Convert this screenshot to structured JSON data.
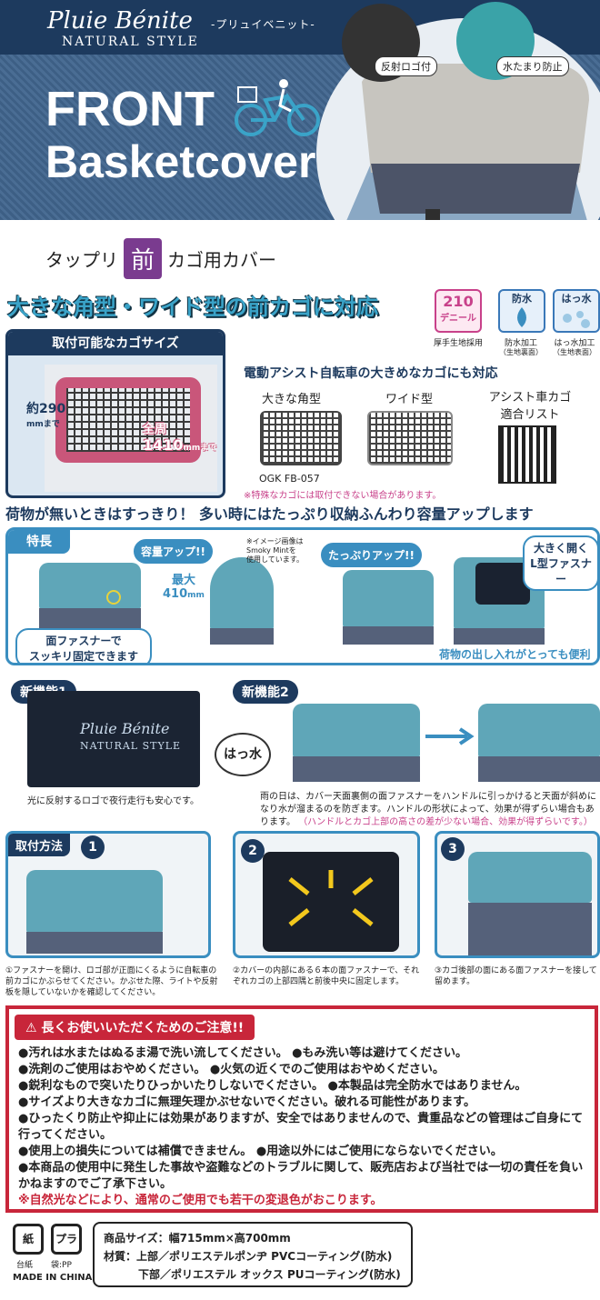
{
  "header": {
    "brand": "Pluie Bénite",
    "brand_kana": "-プリュイベニット-",
    "brand_sub": "NATURAL STYLE",
    "title_line1": "FRONT",
    "title_line2": "Basketcover",
    "badge_reflect": "反射ロゴ付",
    "badge_puddle": "水たまり防止",
    "tagline_pre": "タップリ",
    "tagline_mark": "前",
    "tagline_post": "カゴ用カバー"
  },
  "basket_section": {
    "heading": "大きな角型・ワイド型の前カゴに対応",
    "specs": {
      "denier_value": "210",
      "denier_unit": "デニール",
      "denier_caption": "厚手生地採用",
      "water_label": "防水",
      "water_caption": "防水加工",
      "water_sub": "（生地裏面）",
      "repel_label": "はっ水",
      "repel_caption": "はっ水加工",
      "repel_sub": "（生地表面）"
    },
    "size_box_title": "取付可能なカゴサイズ",
    "height_value": "約290",
    "height_unit": "mmまで",
    "around_prefix": "全周",
    "around_value": "1410",
    "around_unit": "mmまで",
    "assist_heading": "電動アシスト自転車の大きめなカゴにも対応",
    "type_square": "大きな角型",
    "type_wide": "ワイド型",
    "assist_list_line1": "アシスト車カゴ",
    "assist_list_line2": "適合リスト",
    "model": "OGK FB-057",
    "note": "※特殊なカゴには取付できない場合があります。"
  },
  "feature_section": {
    "heading": "荷物が無いときはすっきり！ 多い時にはたっぷり収納ふんわり容量アップします",
    "tab": "特長",
    "capacity_up": "容量アップ!!",
    "max_label": "最大",
    "max_value": "410",
    "max_unit": "mm",
    "image_note_line1": "※イメージ画像は",
    "image_note_line2": "Smoky Mintを",
    "image_note_line3": "使用しています。",
    "plenty_up": "たっぷりアップ!!",
    "open_line1": "大きく開く",
    "open_line2": "L型ファスナー",
    "fastener_line1": "面ファスナーで",
    "fastener_line2": "スッキリ固定できます",
    "easy_access": "荷物の出し入れがとっても便利"
  },
  "new_features": {
    "nf1_label": "新機能1",
    "nf1_photo_brand": "Pluie Bénite",
    "nf1_photo_sub": "NATURAL STYLE",
    "nf1_caption": "光に反射するロゴで夜行走行も安心です。",
    "nf2_label": "新機能2",
    "nf2_bubble": "はっ水",
    "nf2_caption": "雨の日は、カバー天面裏側の面ファスナーをハンドルに引っかけると天面が斜めになり水が溜まるのを防ぎます。ハンドルの形状によって、効果が得ずらい場合もあります。",
    "nf2_caption_red": "（ハンドルとカゴ上部の高さの差が少ない場合、効果が得ずらいです。）"
  },
  "install": {
    "label": "取付方法",
    "steps": [
      {
        "num": "1",
        "caption": "①ファスナーを開け、ロゴ部が正面にくるように自転車の前カゴにかぶらせてください。かぶせた際、ライトや反射板を隠していないかを確認してください。"
      },
      {
        "num": "2",
        "caption": "②カバーの内部にある６本の面ファスナーで、それぞれカゴの上部四隅と前後中央に固定します。"
      },
      {
        "num": "3",
        "caption": "③カゴ後部の面にある面ファスナーを接して留めます。"
      }
    ]
  },
  "caution": {
    "heading": "⚠ 長くお使いいただくためのご注意!!",
    "lines": [
      "●汚れは水またはぬるま湯で洗い流してください。 ●もみ洗い等は避けてください。",
      "●洗剤のご使用はおやめください。 ●火気の近くでのご使用はおやめください。",
      "●鋭利なもので突いたりひっかいたりしないでください。 ●本製品は完全防水ではありません。",
      "●サイズより大きなカゴに無理矢理かぶせないでください。破れる可能性があります。",
      "●ひったくり防止や抑止には効果がありますが、安全ではありませんので、貴重品などの管理はご自身にて行ってください。",
      "●使用上の損失については補償できません。 ●用途以外にはご使用にならないでください。",
      "●本商品の使用中に発生した事故や盗難などのトラブルに関して、販売店および当社では一切の責任を負いかねますのでご了承下さい。"
    ],
    "last_line": "※自然光などにより、通常のご使用でも若干の変退色がおこります。"
  },
  "footer": {
    "recycle_paper": "紙",
    "recycle_plastic": "プラ",
    "recycle_paper_label": "台紙",
    "recycle_plastic_label": "袋:PP",
    "made_in": "MADE IN CHINA",
    "size": "商品サイズ：幅715mm×高700mm",
    "material_upper": "材質：上部／ポリエステルポンヂ PVCコーティング(防水)",
    "material_lower": "下部／ポリエステル オックス PUコーティング(防水)"
  }
}
